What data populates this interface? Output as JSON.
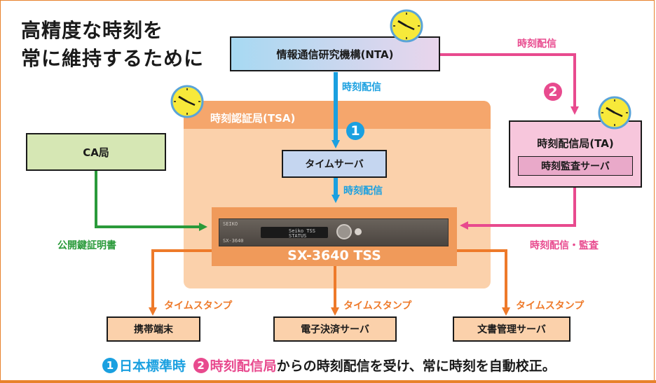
{
  "title": {
    "line1": "高精度な時刻を",
    "line2": "常に維持するために"
  },
  "nodes": {
    "nta": "情報通信研究機構(NTA)",
    "tsa": "時刻認証局(TSA)",
    "time_server": "タイムサーバ",
    "ca": "CA局",
    "ta": "時刻配信局(TA)",
    "audit_server": "時刻監査サーバ",
    "device_name": "SX-3640 TSS",
    "mobile": "携帯端末",
    "payment": "電子決済サーバ",
    "docmgmt": "文書管理サーバ"
  },
  "device_panel": {
    "model_small": "SX-3640",
    "brand": "SEIKO",
    "display_line1": "Seiko TSS",
    "display_line2": "STATUS"
  },
  "labels": {
    "nta_to_tsa": "時刻配信",
    "nta_to_ta": "時刻配信",
    "server_to_device": "時刻配信",
    "ca_to_device": "公開鍵証明書",
    "ta_to_device": "時刻配信・監査",
    "stamp_left": "タイムスタンプ",
    "stamp_center": "タイムスタンプ",
    "stamp_right": "タイムスタンプ"
  },
  "badges": {
    "one": "1",
    "two": "2"
  },
  "footer": {
    "badge1": "1",
    "part1": "日本標準時",
    "badge2": "2",
    "part2": "時刻配信局",
    "part3": "からの時刻配信を受け、常に時刻を自動校正。"
  },
  "colors": {
    "blue": "#1aa0e0",
    "pink": "#e84a8e",
    "green": "#2a9a3a",
    "orange": "#ee7a2a",
    "clock_face": "#f7e93a"
  }
}
